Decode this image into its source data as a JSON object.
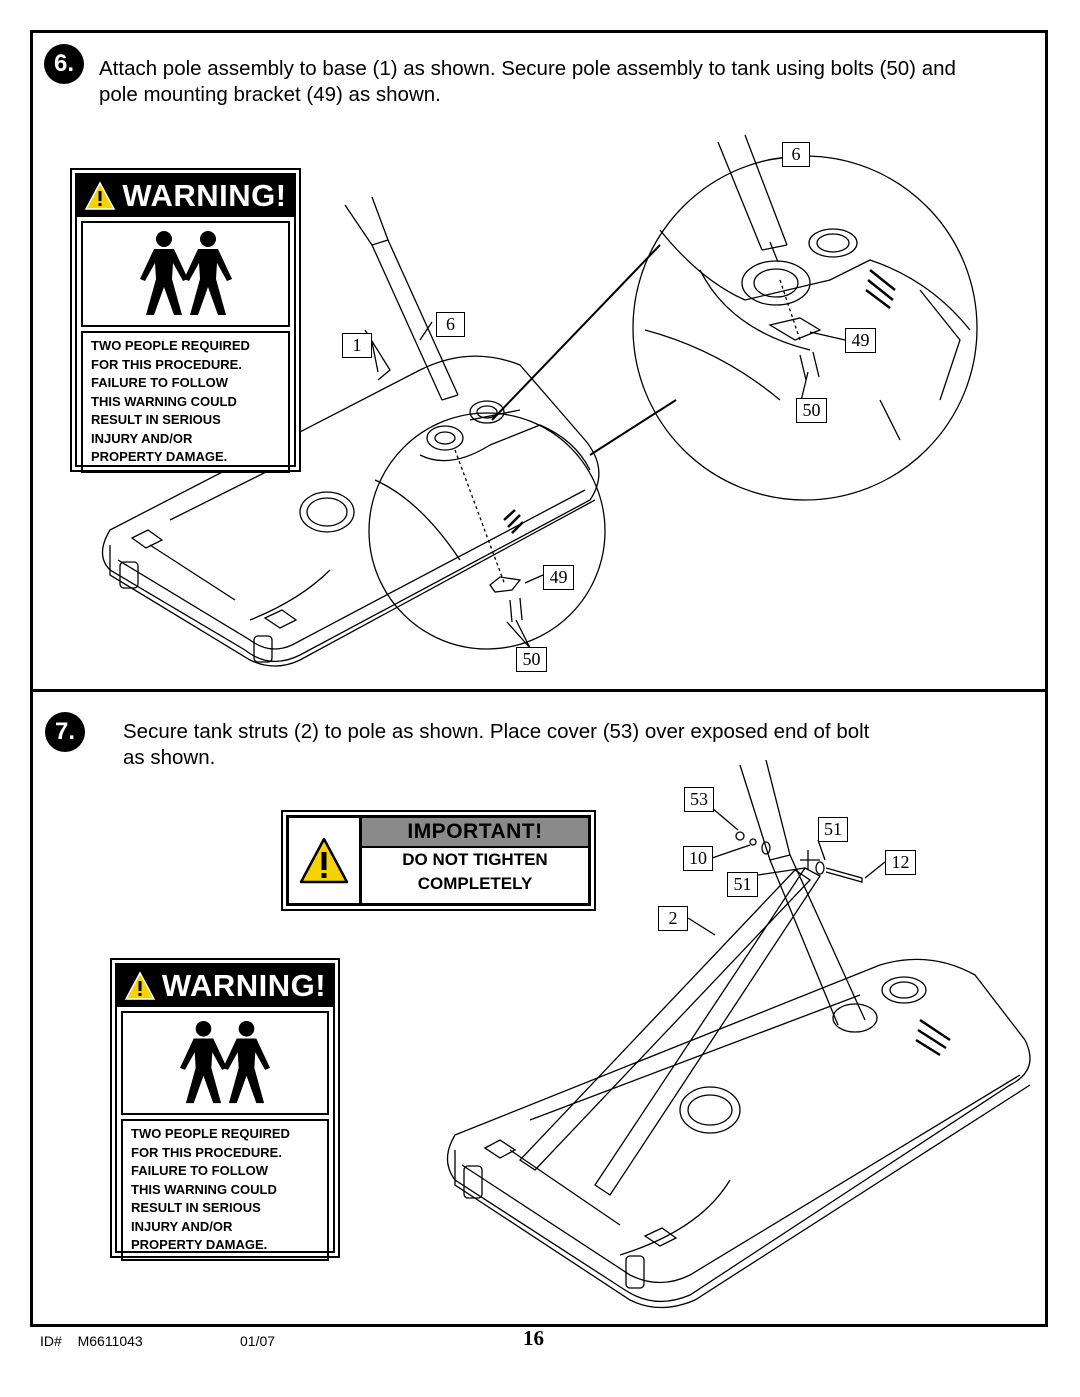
{
  "step6": {
    "number": "6.",
    "text_line1": "Attach pole assembly to base (1) as shown. Secure pole assembly to tank using bolts (50) and",
    "text_line2": "pole mounting bracket (49) as shown.",
    "warning": {
      "title": "WARNING!",
      "lines": [
        "TWO PEOPLE REQUIRED",
        "FOR THIS PROCEDURE.",
        "FAILURE TO FOLLOW",
        "THIS WARNING COULD",
        "RESULT IN SERIOUS",
        "INJURY AND/OR",
        "PROPERTY DAMAGE."
      ]
    },
    "callouts": {
      "main_6": "6",
      "main_1": "1",
      "main_49": "49",
      "main_50": "50",
      "zoom_6": "6",
      "zoom_49": "49",
      "zoom_50": "50"
    }
  },
  "step7": {
    "number": "7.",
    "text_line1": "Secure tank struts (2) to pole as shown.  Place cover (53) over exposed end of bolt",
    "text_line2": "as shown.",
    "important": {
      "title": "IMPORTANT!",
      "line1": "DO NOT TIGHTEN",
      "line2": "COMPLETELY"
    },
    "warning": {
      "title": "WARNING!",
      "lines": [
        "TWO PEOPLE REQUIRED",
        "FOR THIS PROCEDURE.",
        "FAILURE TO FOLLOW",
        "THIS WARNING COULD",
        "RESULT IN SERIOUS",
        "INJURY AND/OR",
        "PROPERTY DAMAGE."
      ]
    },
    "callouts": {
      "c53": "53",
      "c51a": "51",
      "c10": "10",
      "c12": "12",
      "c51b": "51",
      "c2": "2"
    }
  },
  "footer": {
    "id_label": "ID#",
    "id_value": "M6611043",
    "date": "01/07",
    "page": "16"
  }
}
